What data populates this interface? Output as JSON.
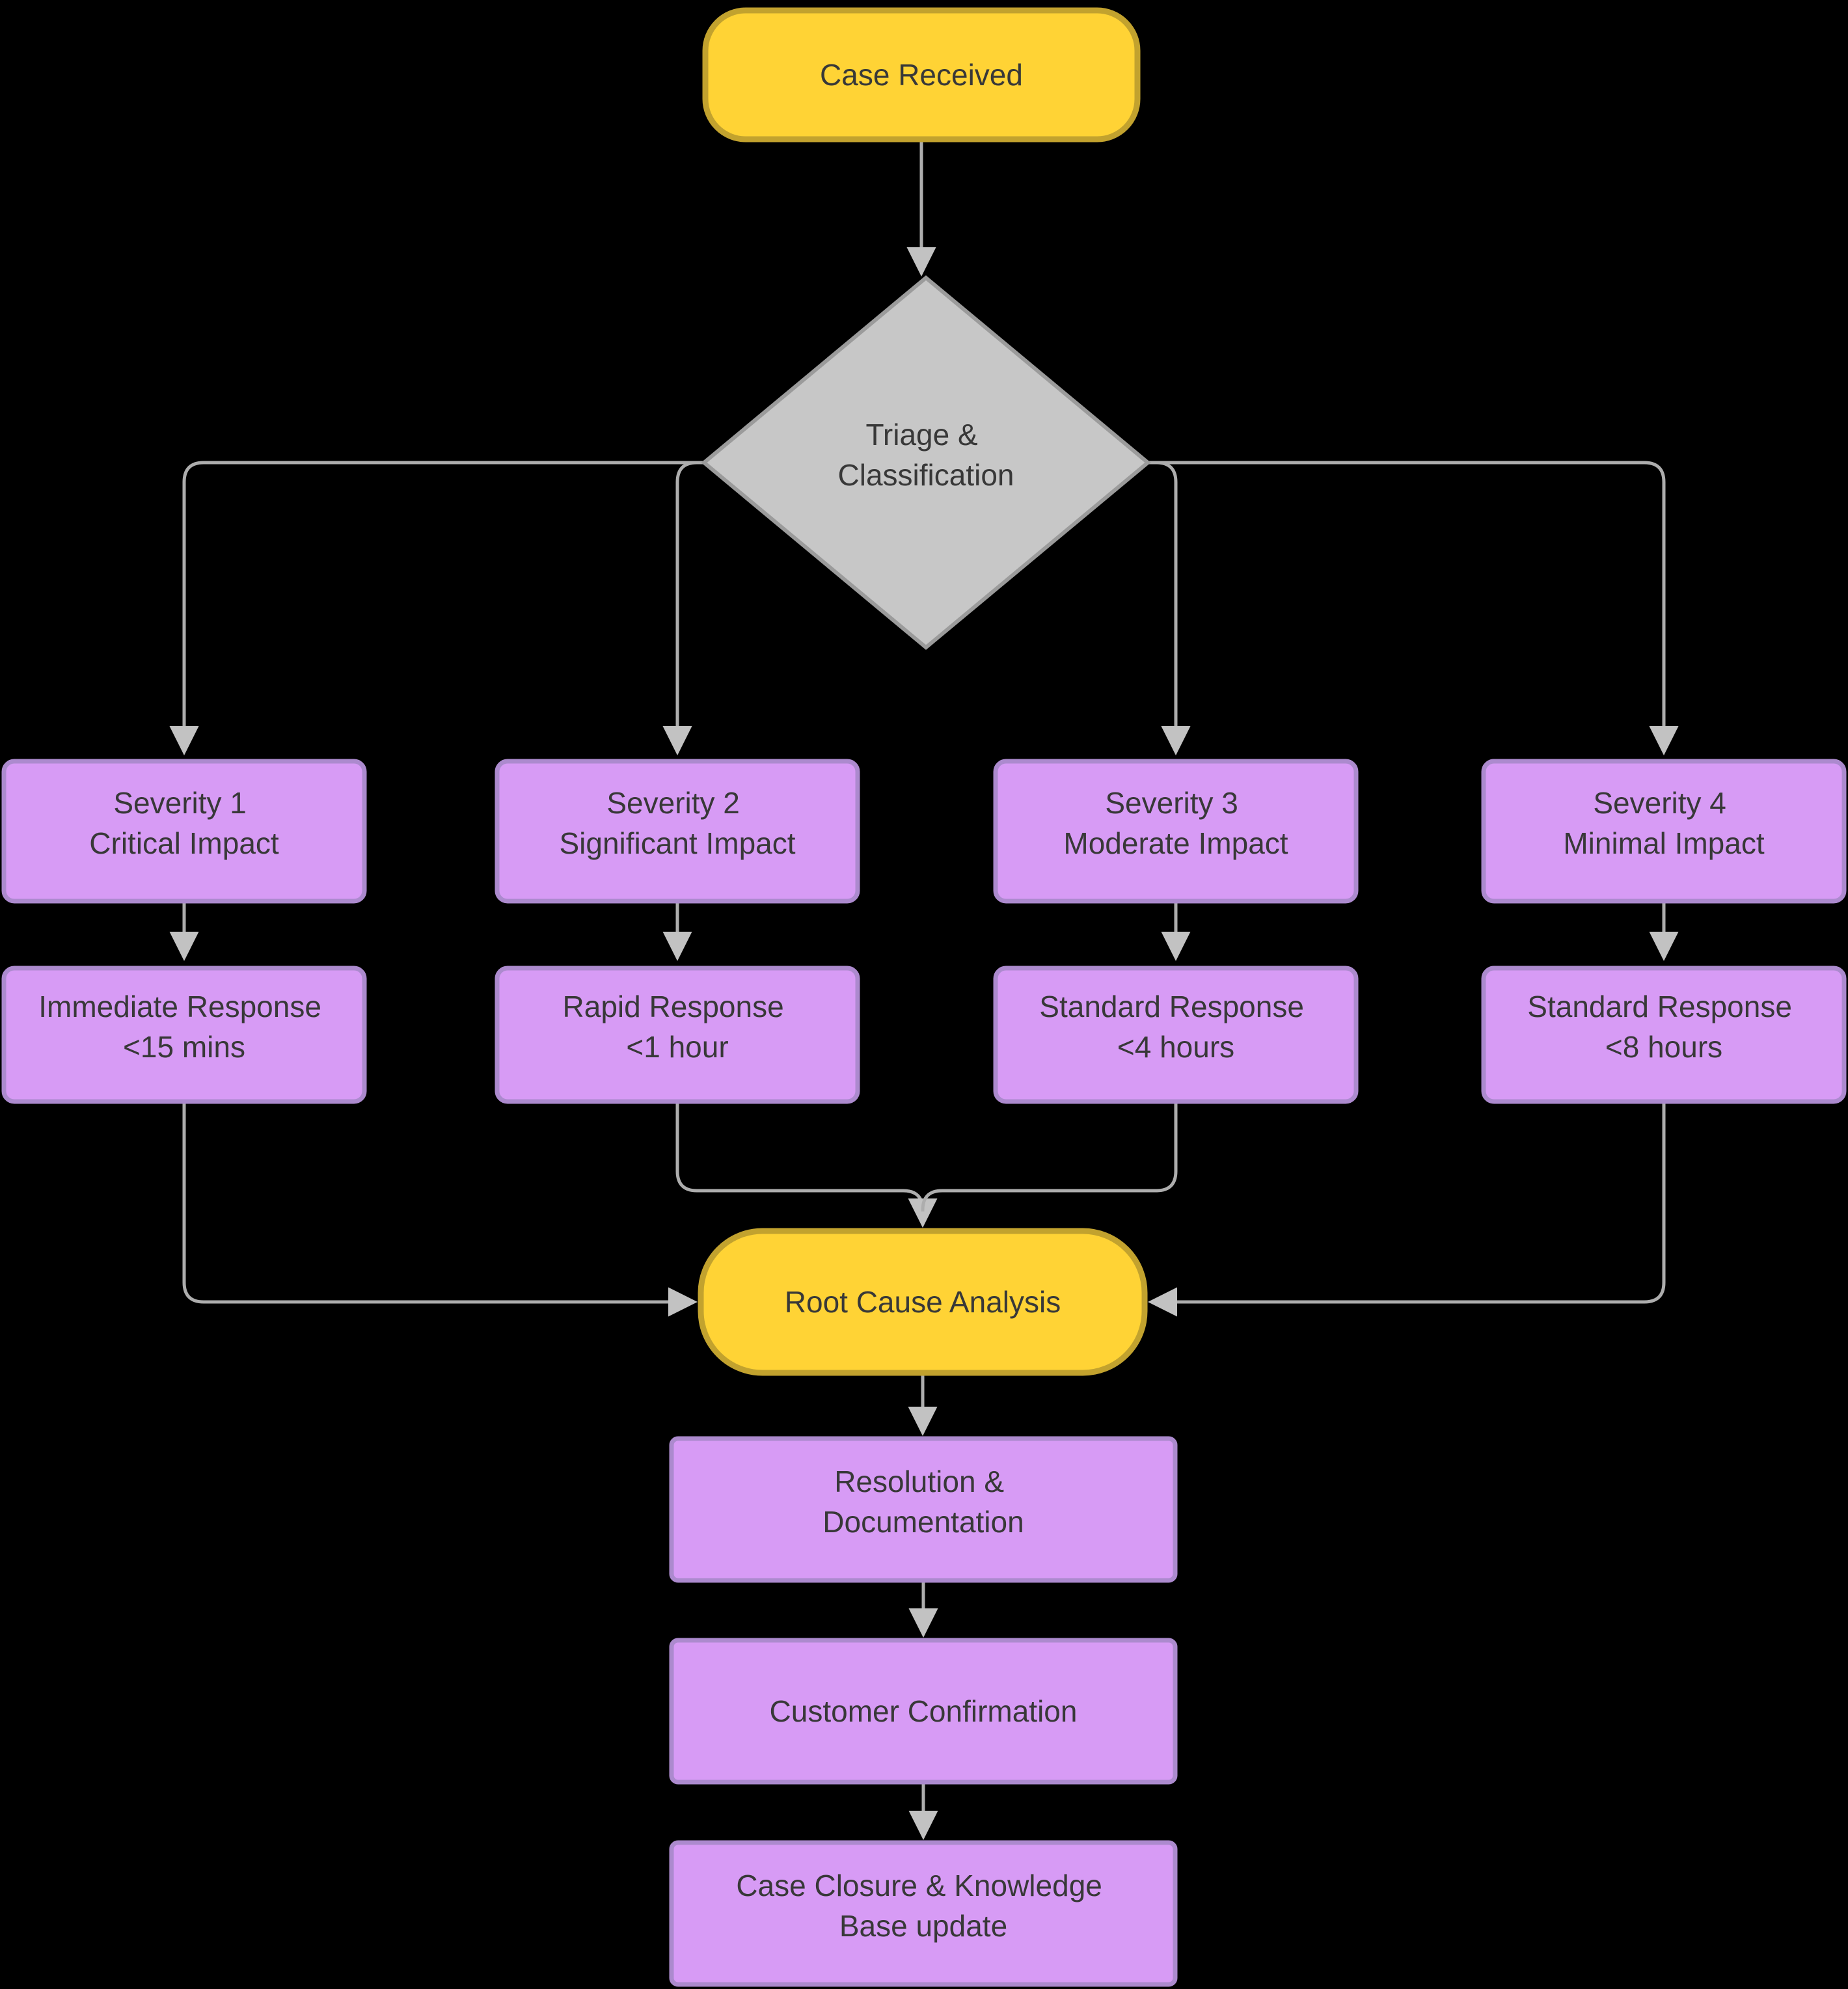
{
  "diagram": {
    "type": "flowchart",
    "direction": "top-down",
    "description": "Support case severity triage and resolution flow"
  },
  "nodes": {
    "case_received": {
      "label": "Case Received"
    },
    "triage": {
      "line1": "Triage &",
      "line2": "Classification"
    },
    "severity1": {
      "line1": "Severity 1",
      "line2": "Critical Impact"
    },
    "severity2": {
      "line1": "Severity 2",
      "line2": "Significant Impact"
    },
    "severity3": {
      "line1": "Severity 3",
      "line2": "Moderate Impact"
    },
    "severity4": {
      "line1": "Severity 4",
      "line2": "Minimal Impact"
    },
    "response1": {
      "line1": "Immediate Response",
      "line2": "<15 mins"
    },
    "response2": {
      "line1": "Rapid Response",
      "line2": "<1 hour"
    },
    "response3": {
      "line1": "Standard Response",
      "line2": "<4 hours"
    },
    "response4": {
      "line1": "Standard Response",
      "line2": "<8 hours"
    },
    "root_cause": {
      "label": "Root Cause Analysis"
    },
    "resolution": {
      "line1": "Resolution &",
      "line2": "Documentation"
    },
    "customer_confirmation": {
      "label": "Customer Confirmation"
    },
    "case_closure": {
      "line1": "Case Closure & Knowledge",
      "line2": "Base update"
    }
  },
  "colors": {
    "background": "#000000",
    "yellow_fill": "#FFD335",
    "yellow_stroke": "#C2A22E",
    "purple_fill": "#D79BF5",
    "purple_stroke": "#AC8ACE",
    "gray_fill": "#C7C7C7",
    "gray_stroke": "#9B9B9B",
    "edge_line": "#ADADAD",
    "arrowhead": "#C2C2C2",
    "text": "#383838"
  }
}
